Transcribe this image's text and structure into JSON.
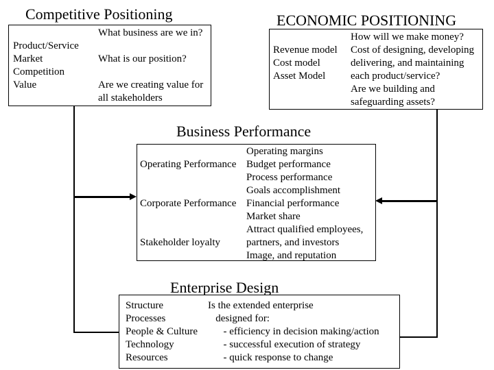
{
  "slide": {
    "background": "#ffffff",
    "line_color": "#000000"
  },
  "sections": {
    "competitive": {
      "title": "Competitive Positioning",
      "topics": [
        "",
        "Product/Service",
        "Market",
        "Competition",
        "Value",
        ""
      ],
      "questions": [
        "What business are we in?",
        "",
        "What is our position?",
        "",
        "Are we creating value for",
        "all stakeholders"
      ]
    },
    "economic": {
      "title": "ECONOMIC POSITIONING",
      "topics": [
        "",
        "Revenue model",
        "Cost model",
        "Asset Model",
        "",
        ""
      ],
      "questions": [
        "How will we make money?",
        "Cost of designing, developing",
        "delivering, and maintaining",
        "each product/service?",
        "Are we building and",
        "safeguarding assets?"
      ]
    },
    "performance": {
      "title": "Business Performance",
      "topics": [
        "",
        "Operating Performance",
        "",
        "",
        "Corporate Performance",
        "",
        "",
        "Stakeholder loyalty",
        ""
      ],
      "metrics": [
        "Operating margins",
        "Budget performance",
        "Process performance",
        "Goals accomplishment",
        "Financial performance",
        "Market share",
        "Attract qualified employees,",
        "partners, and investors",
        "Image, and reputation"
      ]
    },
    "enterprise": {
      "title": "Enterprise Design",
      "topics": [
        "Structure",
        "Processes",
        "People & Culture",
        "Technology",
        "Resources"
      ],
      "questions": [
        "Is the extended enterprise",
        "   designed for:",
        "      - efficiency in decision making/action",
        "      - successful execution of strategy",
        "      - quick response to change"
      ]
    }
  }
}
